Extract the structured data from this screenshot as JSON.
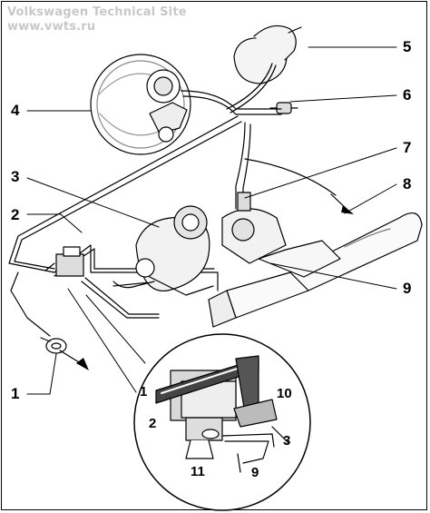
{
  "watermark": {
    "line1": "Volkswagen Technical Site",
    "line2": "www.vwts.ru"
  },
  "callouts": {
    "c1": "1",
    "c2": "2",
    "c3": "3",
    "c4": "4",
    "c5": "5",
    "c6": "6",
    "c7": "7",
    "c8": "8",
    "c9": "9"
  },
  "detail": {
    "d1": "1",
    "d2": "2",
    "d3": "3",
    "d9": "9",
    "d10": "10",
    "d11": "11"
  },
  "colors": {
    "ink": "#000000",
    "shade": "#d4d4d4",
    "watermark": "#c8c8c8"
  }
}
